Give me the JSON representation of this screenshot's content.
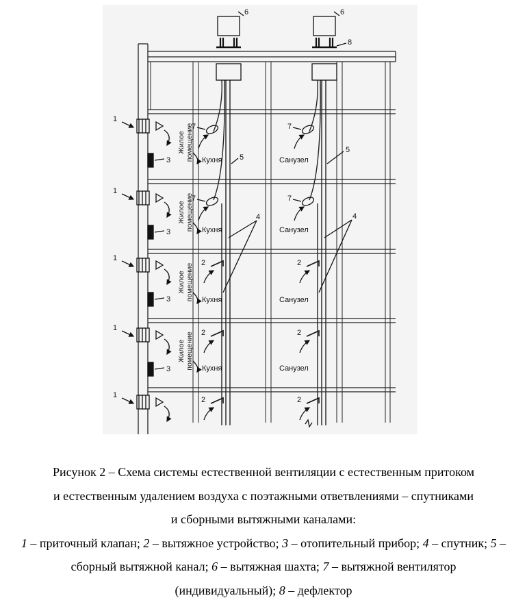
{
  "diagram": {
    "callouts": {
      "n1": "1",
      "n2": "2",
      "n3": "3",
      "n4": "4",
      "n5": "5",
      "n6": "6",
      "n7": "7",
      "n8": "8"
    },
    "rooms": {
      "living_room": "Жилое помещение",
      "kitchen": "Кухня",
      "bathroom": "Санузел"
    }
  },
  "caption": {
    "line1": "Рисунок 2 – Схема системы естественной вентиляции с естественным притоком",
    "line2": "и естественным удалением воздуха с поэтажными ответвлениями – спутниками",
    "line3": "и сборными вытяжными каналами:",
    "legend": [
      {
        "num": "1",
        "text": " – приточный клапан; "
      },
      {
        "num": "2",
        "text": " – вытяжное устройство; "
      },
      {
        "num": "3",
        "text": " – отопительный прибор; "
      },
      {
        "num": "4",
        "text": " – спутник; "
      },
      {
        "num": "5",
        "text": " – сборный вытяжной канал; "
      },
      {
        "num": "6",
        "text": " – вытяжная шахта; "
      },
      {
        "num": "7",
        "text": " – вытяжной вентилятор (индивидуальный); "
      },
      {
        "num": "8",
        "text": " – дефлектор"
      }
    ]
  }
}
